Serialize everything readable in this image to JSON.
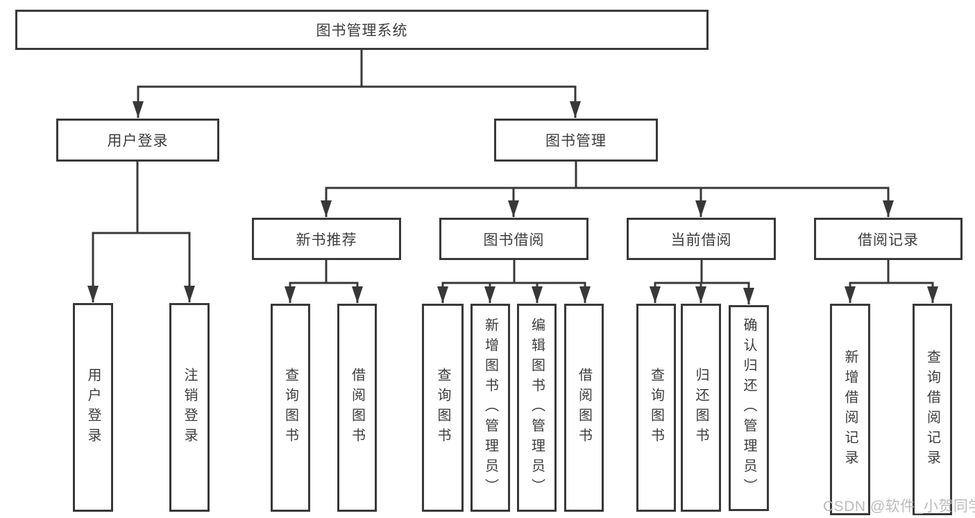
{
  "diagram_title": "图书管理系统",
  "nodes": {
    "root": "图书管理系统",
    "level2": [
      "用户登录",
      "图书管理"
    ],
    "level3": [
      "新书推荐",
      "图书借阅",
      "当前借阅",
      "借阅记录"
    ],
    "leaves": [
      "用户登录",
      "注销登录",
      "查询图书",
      "借阅图书",
      "查询图书",
      "新增图书（管理员）",
      "编辑图书（管理员）",
      "借阅图书",
      "查询图书",
      "归还图书",
      "确认归还（管理员）",
      "新增借阅记录",
      "查询借阅记录"
    ]
  },
  "watermark": "CSDN @软件_小贺同学",
  "colors": {
    "line": "#383838",
    "text": "#3d3d3d",
    "box_bg": "#ffffff",
    "watermark": "#b7b7b7",
    "background": "#ffffff"
  }
}
